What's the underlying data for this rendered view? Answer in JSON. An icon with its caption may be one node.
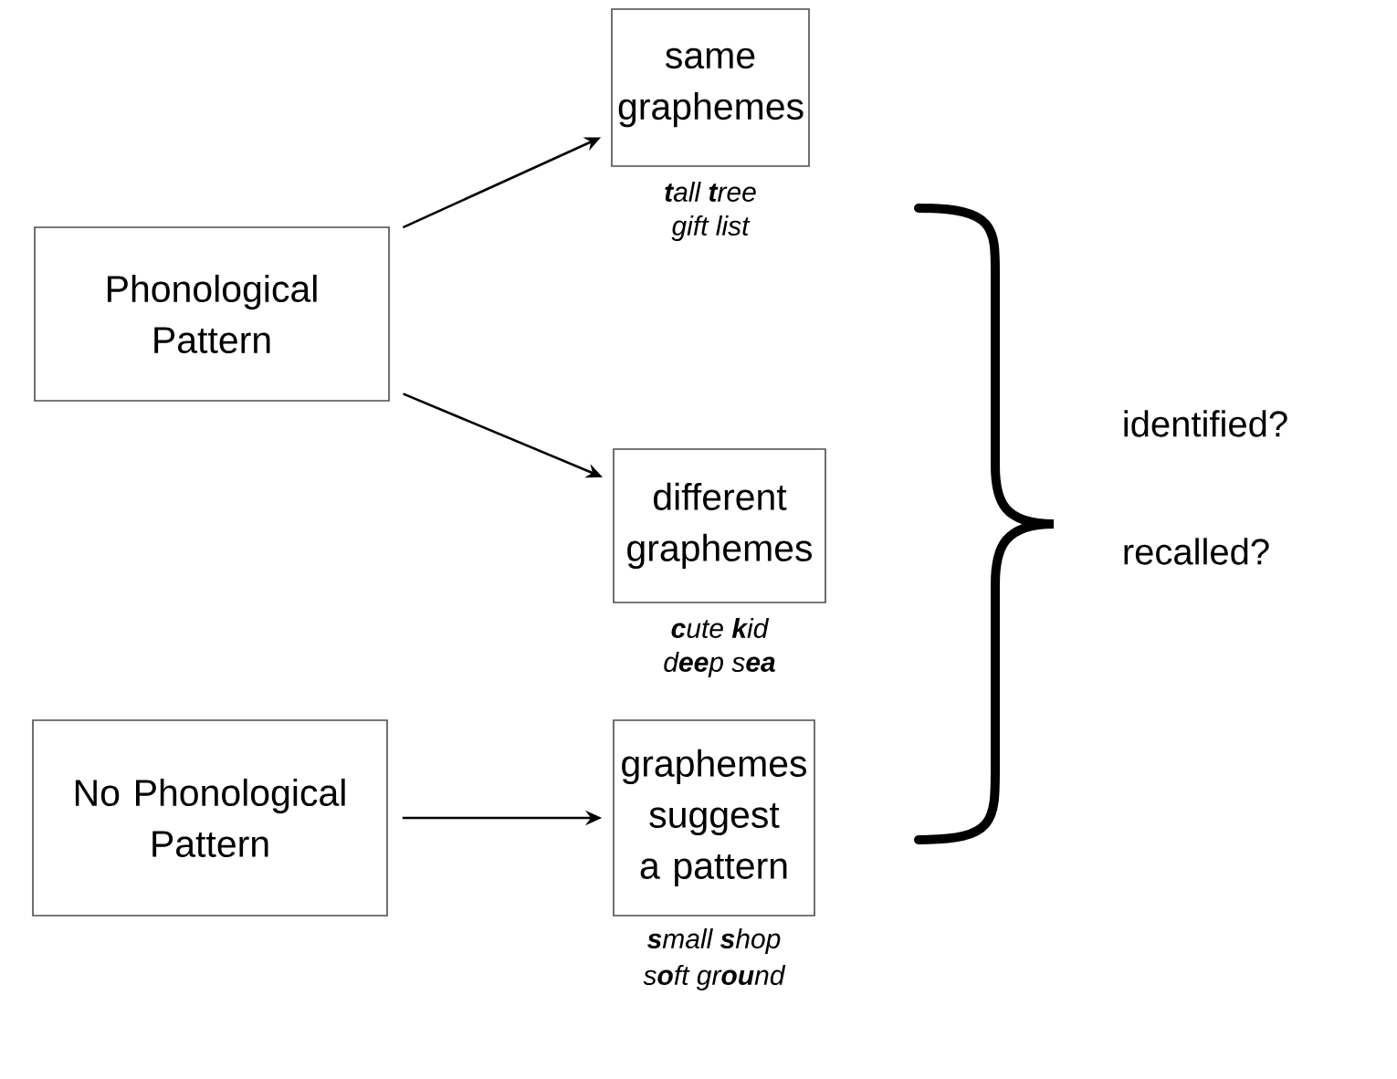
{
  "diagram": {
    "nodes": [
      {
        "text": [
          "Phonological Pattern"
        ]
      },
      {
        "text": [
          "same graphemes"
        ],
        "beside": [
          "**t**all **t**ree",
          "gift list"
        ]
      },
      {
        "text": [
          "different graphemes"
        ],
        "beside": [
          "**c**ute **k**id",
          "d**ee**p s**ea**"
        ]
      },
      {
        "text": [
          "No Phonological Pattern"
        ]
      },
      {
        "text": [
          "graphemes suggest a pattern"
        ],
        "beside": [
          "**s**mall **s**hop",
          "s**o**ft gr**ou**nd"
        ]
      }
    ],
    "edges": [
      {
        "from": 0,
        "to": 1,
        "arrow": "to"
      },
      {
        "from": 0,
        "to": 2,
        "arrow": "to"
      },
      {
        "from": 3,
        "to": 4,
        "arrow": "to"
      }
    ],
    "labels": [
      "identified?",
      "recalled?"
    ]
  }
}
